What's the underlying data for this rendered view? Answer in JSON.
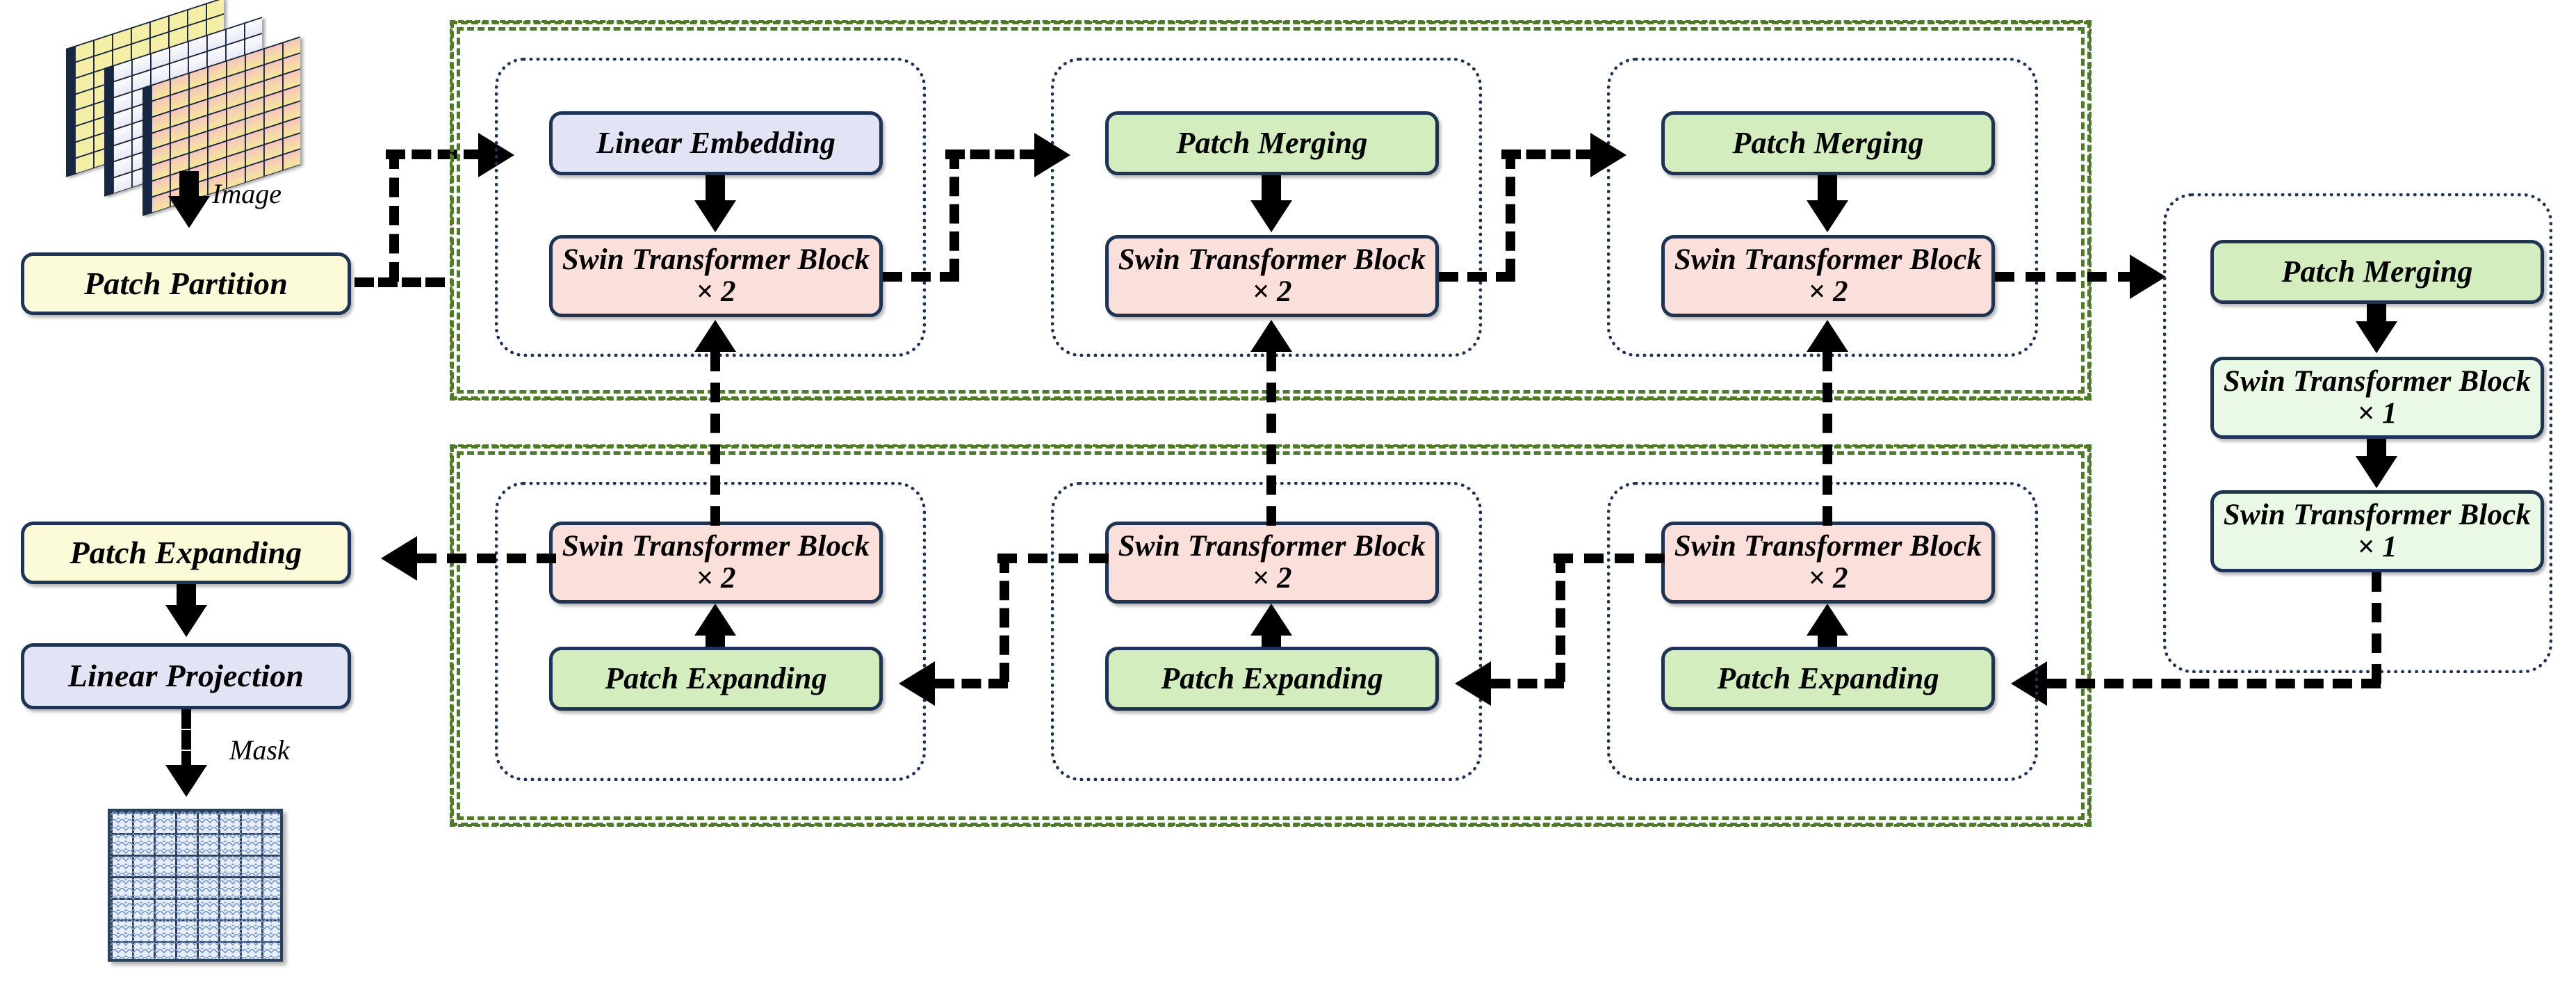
{
  "title": "Swin-Unet style encoder-decoder architecture",
  "labels": {
    "image": "Image",
    "mask": "Mask"
  },
  "input": {
    "patch_partition": "Patch Partition",
    "image_stack_icon": "image-stack-icon"
  },
  "output": {
    "patch_expanding": "Patch Expanding",
    "linear_projection": "Linear Projection",
    "mask_grid_icon": "mask-grid-icon"
  },
  "encoder": {
    "stages": [
      {
        "id": "stage1",
        "top": "Linear Embedding",
        "top_kind": "linear-embedding",
        "bottom": "Swin Transformer Block × 2"
      },
      {
        "id": "stage2",
        "top": "Patch Merging",
        "top_kind": "patch-merging",
        "bottom": "Swin Transformer Block × 2"
      },
      {
        "id": "stage3",
        "top": "Patch Merging",
        "top_kind": "patch-merging",
        "bottom": "Swin Transformer Block × 2"
      }
    ]
  },
  "bottleneck": {
    "patch_merging": "Patch Merging",
    "block_a": "Swin Transformer Block × 1",
    "block_b": "Swin Transformer Block × 1"
  },
  "decoder": {
    "stages": [
      {
        "id": "dstage1",
        "top": "Swin Transformer Block × 2",
        "bottom": "Patch Expanding"
      },
      {
        "id": "dstage2",
        "top": "Swin Transformer Block × 2",
        "bottom": "Patch Expanding"
      },
      {
        "id": "dstage3",
        "top": "Swin Transformer Block × 2",
        "bottom": "Patch Expanding"
      }
    ]
  },
  "colors": {
    "yellow": "#fbfbda",
    "lavender": "#e3e3f6",
    "pink": "#fbdfdb",
    "green": "#d3edbf",
    "mint": "#eaf8e6",
    "border": "#1f3354",
    "group_dash": "#4e7a29"
  }
}
